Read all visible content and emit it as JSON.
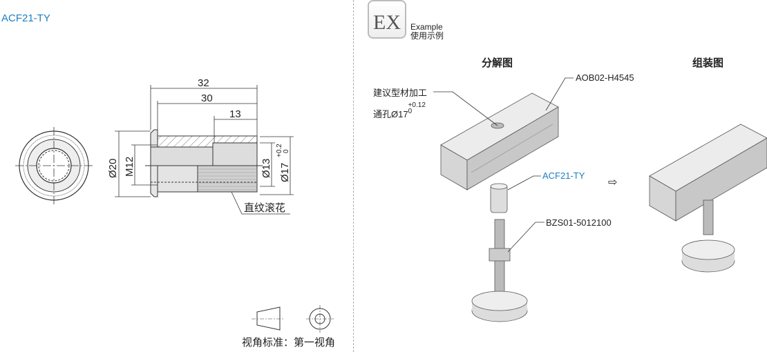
{
  "title": "ACF21-TY",
  "drawing": {
    "dim_32": "32",
    "dim_30": "30",
    "dim_13": "13",
    "dim_d20": "Ø20",
    "dim_m12": "M12",
    "dim_d13": "Ø13",
    "dim_d17": "Ø17",
    "dim_d17_tol_upper": "+0.2",
    "dim_d17_tol_lower": "0",
    "knurl_label": "直纹滚花",
    "view_standard": "视角标准：第一视角"
  },
  "example": {
    "badge": "EX",
    "label_en": "Example",
    "label_cn": "使用示例",
    "exploded_title": "分解图",
    "assembled_title": "组装图",
    "machining_note": "建议型材加工",
    "hole_note": "通孔Ø17",
    "hole_tol_upper": "+0.12",
    "hole_tol_lower": "0",
    "profile_part": "AOB02-H4545",
    "insert_part": "ACF21-TY",
    "foot_part": "BZS01-5012100",
    "arrow": "⇨"
  },
  "colors": {
    "accent": "#1a7fc1"
  }
}
